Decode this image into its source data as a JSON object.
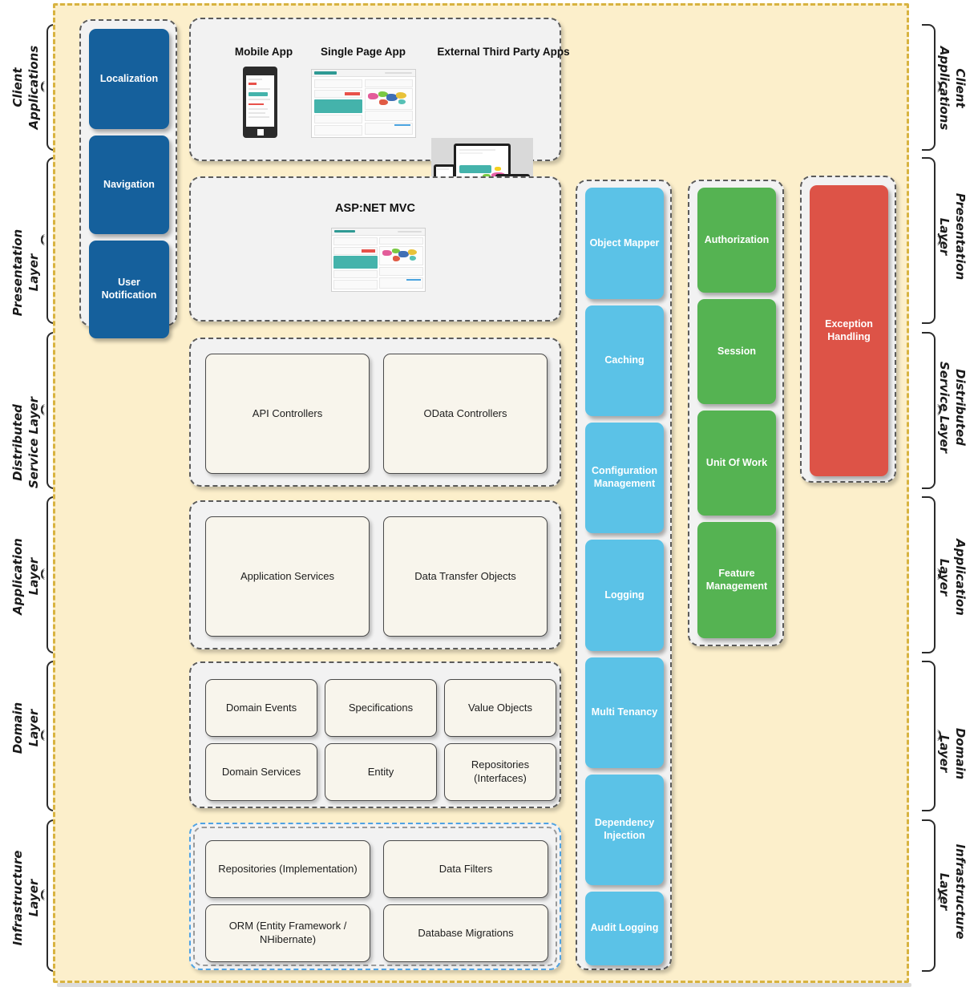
{
  "diagram": {
    "title": "Layered Application Architecture",
    "colors": {
      "canvas": "#FCEFCB",
      "canvas_border": "#D8B340",
      "group_bg": "#F2F2F2",
      "group_border": "#5B5B5B",
      "infrastructure_border": "#4FA3E3",
      "tile_blue": "#15609C",
      "tile_cyan": "#5BC2E7",
      "tile_green": "#55B352",
      "tile_red": "#DD5347",
      "box_bg": "#F8F5EC"
    }
  },
  "left_labels": [
    {
      "text": "Client\nApplications"
    },
    {
      "text": "Presentation\nLayer"
    },
    {
      "text": "Distributed\nService Layer"
    },
    {
      "text": "Application\nLayer"
    },
    {
      "text": "Domain\nLayer"
    },
    {
      "text": "Infrastructure\nLayer"
    }
  ],
  "right_labels": [
    {
      "text": "Client\nApplications"
    },
    {
      "text": "Presentation\nLayer"
    },
    {
      "text": "Distributed\nService Layer"
    },
    {
      "text": "Application\nLayer"
    },
    {
      "text": "Domain\nLayer"
    },
    {
      "text": "Infrastructure\nLayer"
    }
  ],
  "left_column": {
    "tiles": [
      {
        "label": "Localization",
        "color": "blue"
      },
      {
        "label": "Navigation",
        "color": "blue"
      },
      {
        "label": "User\nNotification",
        "color": "blue"
      }
    ]
  },
  "client_applications": {
    "items": [
      {
        "caption": "Mobile App",
        "thumb": "phone-mockup"
      },
      {
        "caption": "Single Page App",
        "thumb": "dashboard-screenshot"
      },
      {
        "caption": "External Third Party Apps",
        "thumb": "multi-device-mockup"
      }
    ]
  },
  "presentation": {
    "title": "ASP:NET MVC",
    "thumb": "dashboard-screenshot"
  },
  "distributed_service_layer": {
    "boxes": [
      {
        "label": "API Controllers"
      },
      {
        "label": "OData Controllers"
      }
    ]
  },
  "application_layer": {
    "boxes": [
      {
        "label": "Application Services"
      },
      {
        "label": "Data Transfer Objects"
      }
    ]
  },
  "domain_layer": {
    "boxes": [
      {
        "label": "Domain Events"
      },
      {
        "label": "Specifications"
      },
      {
        "label": "Value Objects"
      },
      {
        "label": "Domain Services"
      },
      {
        "label": "Entity"
      },
      {
        "label": "Repositories\n(Interfaces)"
      }
    ]
  },
  "infrastructure_layer": {
    "boxes": [
      {
        "label": "Repositories (Implementation)"
      },
      {
        "label": "Data Filters"
      },
      {
        "label": "ORM (Entity Framework /\nNHibernate)"
      },
      {
        "label": "Database Migrations"
      }
    ]
  },
  "cross_cutting_cyan": {
    "tiles": [
      {
        "label": "Object Mapper"
      },
      {
        "label": "Caching"
      },
      {
        "label": "Configuration\nManagement"
      },
      {
        "label": "Logging"
      },
      {
        "label": "Multi Tenancy"
      },
      {
        "label": "Dependency\nInjection"
      },
      {
        "label": "Audit Logging"
      }
    ]
  },
  "cross_cutting_green": {
    "tiles": [
      {
        "label": "Authorization"
      },
      {
        "label": "Session"
      },
      {
        "label": "Unit Of Work"
      },
      {
        "label": "Feature\nManagement"
      }
    ]
  },
  "cross_cutting_red": {
    "tiles": [
      {
        "label": "Exception\nHandling"
      }
    ]
  }
}
